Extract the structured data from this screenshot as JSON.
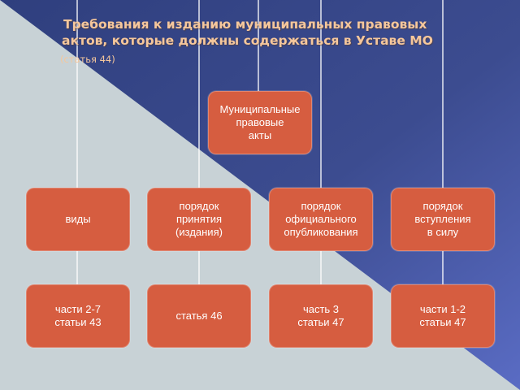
{
  "slide": {
    "title_line1": "Требования к изданию муниципальных правовых",
    "title_line2": "актов, которые должны содержаться в Уставе МО",
    "subtitle": "(статья 44)"
  },
  "diagram": {
    "root": "Муниципальные\nправовые\nакты",
    "categories": [
      {
        "label": "виды",
        "detail": "части 2-7\nстатьи 43"
      },
      {
        "label": "порядок\nпринятия\n(издания)",
        "detail": "статья 46"
      },
      {
        "label": "порядок\nофициального\nопубликования",
        "detail": "часть 3\nстатьи 47"
      },
      {
        "label": "порядок\nвступления\nв силу",
        "detail": "части 1-2\nстатьи 47"
      }
    ]
  },
  "colors": {
    "box_fill": "#d65d40",
    "title_text": "#f5c79c",
    "bg_light": "#c8d2d6",
    "bg_dark": "#3a4a8a"
  }
}
